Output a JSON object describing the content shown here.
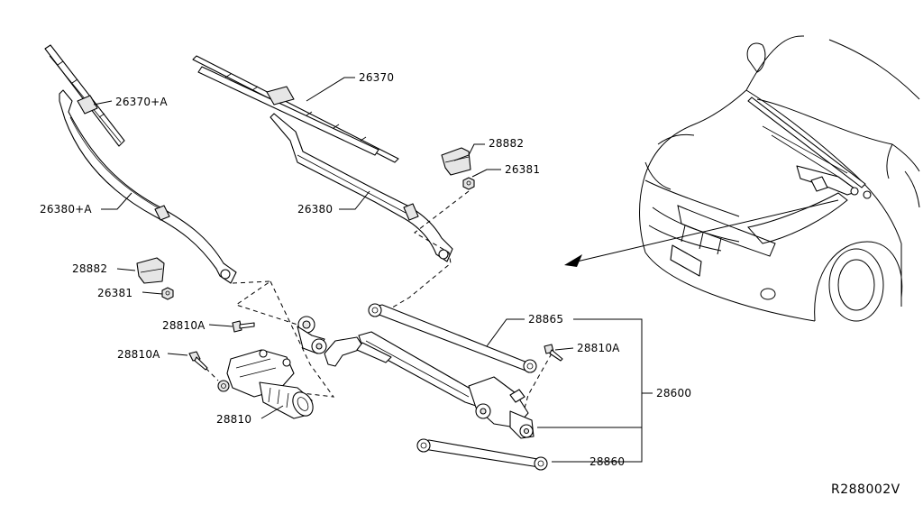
{
  "labels": {
    "blade_a": "26370+A",
    "blade": "26370",
    "arm_a": "26380+A",
    "arm": "26380",
    "cap_left": "28882",
    "cap_right": "28882",
    "nut_left": "26381",
    "nut_right": "26381",
    "bolt_motor_upper": "28810A",
    "bolt_motor_lower": "28810A",
    "bolt_right": "28810A",
    "motor": "28810",
    "link_rod": "28865",
    "linkage_assy": "28600",
    "drive_rod": "28860",
    "figure_ref": "R288002V"
  }
}
